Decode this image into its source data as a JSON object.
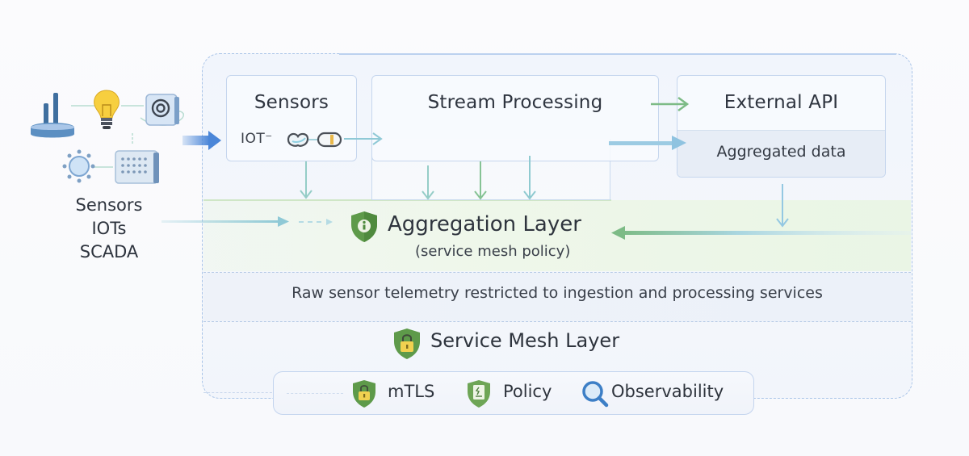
{
  "diagram": {
    "left_group": {
      "labels": [
        "Sensors",
        "IOTs",
        "SCADA"
      ],
      "icons": [
        "antenna-icon",
        "lightbulb-icon",
        "speaker-device-icon",
        "sun-sensor-icon",
        "control-panel-icon"
      ]
    },
    "boxes": {
      "sensors": {
        "title": "Sensors",
        "iot_label": "IOT⁻"
      },
      "stream_processing": {
        "title": "Stream Processing"
      },
      "external_api": {
        "title": "External API",
        "subtitle": "Aggregated data"
      }
    },
    "aggregation_layer": {
      "title": "Aggregation Layer",
      "subtitle": "(service mesh policy)",
      "icon": "info-shield-icon"
    },
    "raw_note": "Raw sensor telemetry restricted to ingestion and processing services",
    "service_mesh_layer": {
      "title": "Service Mesh Layer",
      "icon": "lock-shield-icon"
    },
    "mesh_features": [
      {
        "label": "mTLS",
        "icon": "lock-shield-icon"
      },
      {
        "label": "Policy",
        "icon": "policy-shield-icon"
      },
      {
        "label": "Observability",
        "icon": "magnifier-icon"
      }
    ],
    "colors": {
      "accent_blue": "#4a86d8",
      "flow_teal": "#8fc9d6",
      "flow_green": "#7dbb86",
      "shield_green": "#5e9a4a",
      "lock_yellow": "#f1d150",
      "border_blue": "#a9c4e8"
    }
  }
}
